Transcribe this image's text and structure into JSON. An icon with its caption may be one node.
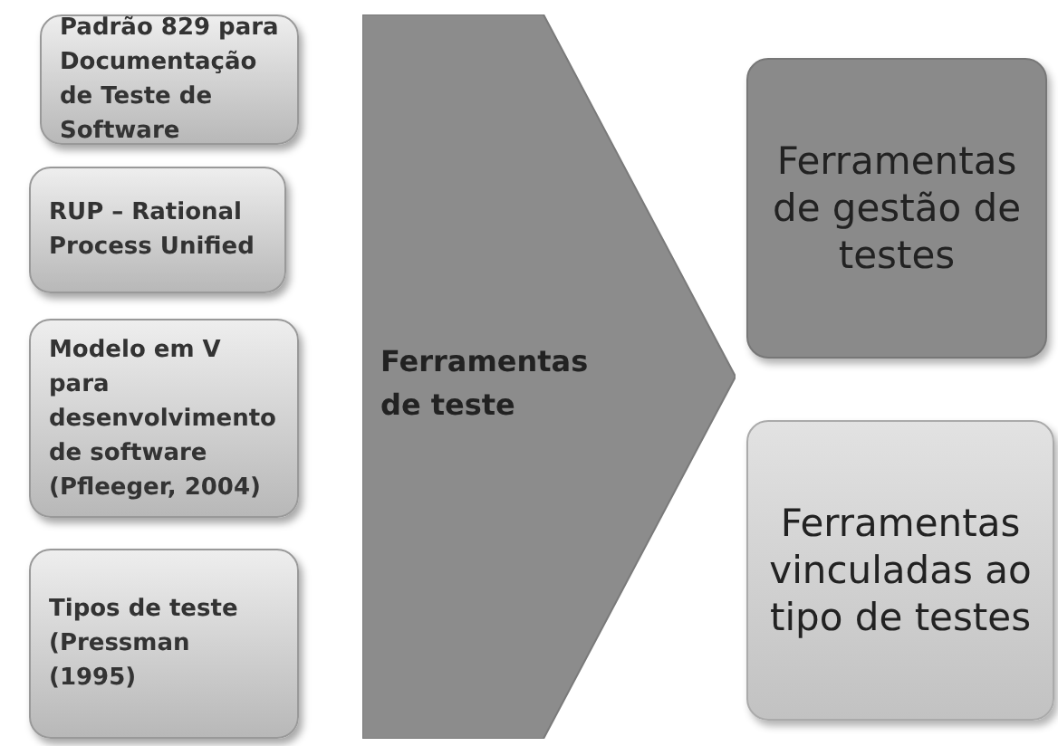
{
  "diagram": {
    "nodes": [
      {
        "text": [
          "Padrão 829 para Documentação de Teste de Software"
        ]
      },
      {
        "text": [
          "RUP – Rational Process Unified"
        ]
      },
      {
        "text": [
          "Modelo em V para desenvolvimento de software (Pfleeger, 2004)"
        ]
      },
      {
        "text": [
          "Tipos de teste (Pressman (1995)"
        ]
      },
      {
        "text": [
          "Ferramentas de teste"
        ]
      },
      {
        "text": [
          "Ferramentas de gestão de testes"
        ]
      },
      {
        "text": [
          "Ferramentas vinculadas ao tipo de testes"
        ]
      }
    ]
  }
}
